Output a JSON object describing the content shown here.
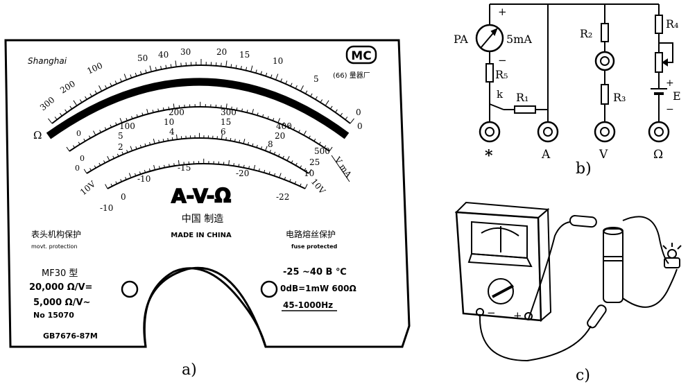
{
  "panel_a": {
    "caption": "a)",
    "brand": "Shanghai",
    "logo_text": "MC",
    "logo_sub": "(66) 量器厂",
    "ohm_label": "Ω",
    "ohm_scale": [
      "300",
      "200",
      "100",
      "50",
      "40",
      "30",
      "20",
      "15",
      "10",
      "5",
      "0"
    ],
    "dc_scale_a": [
      "0",
      "100",
      "200",
      "300",
      "400",
      "500"
    ],
    "dc_scale_b": [
      "0",
      "5",
      "10",
      "15",
      "20",
      "25"
    ],
    "dc_scale_c": [
      "0",
      "2",
      "4",
      "6",
      "8",
      "10"
    ],
    "db_scale": [
      "-10",
      "0",
      "-10",
      "-15",
      "-20",
      "-22"
    ],
    "right_zero": "0",
    "vma_label": "V mA",
    "ac_label_left": "10V",
    "ac_label_right": "10V",
    "center_symbol": "A-V-Ω",
    "made_in_cn": "中国  制造",
    "made_in_en": "MADE IN CHINA",
    "left_note": "表头机构保护",
    "left_note_sub": "movt. protection",
    "right_note": "电路熔丝保护",
    "right_note_sub": "fuse protected",
    "model": "MF30 型",
    "spec1": "20,000 Ω/V=",
    "spec2": "5,000 Ω/V~",
    "serial": "No 15070",
    "standard": "GB7676-87M",
    "temp": "-25 ~40 B ℃",
    "db_ref": "0dB=1mW 600Ω",
    "freq": "45-1000Hz"
  },
  "panel_b": {
    "caption": "b)",
    "meter": "PA",
    "current": "5mA",
    "plus": "+",
    "minus": "−",
    "r5": "R₅",
    "k": "k",
    "r1": "R₁",
    "r2": "R₂",
    "r3": "R₃",
    "r4": "R₄",
    "e": "E",
    "batt_plus": "+",
    "batt_minus": "−",
    "t1": "*",
    "t2": "A",
    "t3": "V",
    "t4": "Ω"
  },
  "panel_c": {
    "caption": "c)",
    "minus": "−",
    "plus": "+"
  }
}
